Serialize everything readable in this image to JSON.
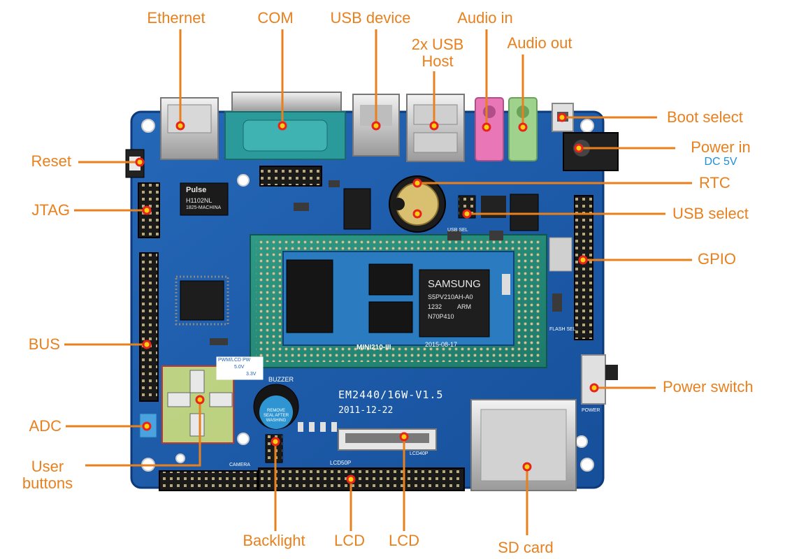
{
  "colors": {
    "label": "#e8801e",
    "sublabel": "#1e90d6",
    "marker": "#e8231e",
    "pcb": "#1c5fae",
    "pcb_dark": "#0f3f84"
  },
  "callouts": {
    "ethernet": "Ethernet",
    "com": "COM",
    "usb_device": "USB device",
    "usb_host": "2x USB\nHost",
    "audio_in": "Audio in",
    "audio_out": "Audio out",
    "boot_select": "Boot select",
    "power_in": "Power in",
    "power_in_sub": "DC 5V",
    "rtc": "RTC",
    "usb_select": "USB select",
    "gpio": "GPIO",
    "power_switch": "Power switch",
    "reset": "Reset",
    "jtag": "JTAG",
    "bus": "BUS",
    "adc": "ADC",
    "user_buttons": "User\nbuttons",
    "backlight": "Backlight",
    "lcd_left": "LCD",
    "lcd_right": "LCD",
    "sd_card": "SD card"
  },
  "board": {
    "model": "EM2440/16W-V1.5",
    "date": "2011-12-22",
    "module_name": "MINI210-III",
    "module_date": "2015-08-17",
    "cpu_brand": "SAMSUNG",
    "cpu_part": "S5PV210AH-A0",
    "cpu_line2": "1232",
    "cpu_line3": "ARM",
    "cpu_line4": "N70P410",
    "buzzer": "BUZZER",
    "buzzer_sticker": "REMOVE SEAL AFTER WASHING",
    "pulse_brand": "Pulse",
    "pulse_part": "H1102NL",
    "pulse_line": "1825-MACHINA",
    "camera": "CAMERA",
    "lcd50p": "LCD50P",
    "lcd40p": "LCD40P",
    "usb_sel": "USB SEL",
    "flash_sel": "FLASH SEL",
    "pwm_lcd": "PWM/LCD PW",
    "v50": "5.0V",
    "v33": "3.3V",
    "power_label": "POWER"
  }
}
